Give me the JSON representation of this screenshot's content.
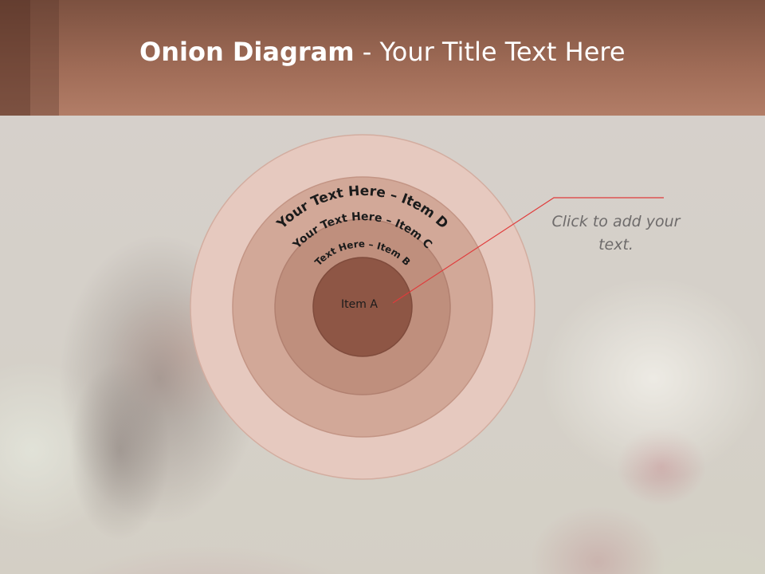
{
  "slide": {
    "title_bold": "Onion Diagram",
    "title_rest": " - Your Title Text Here"
  },
  "diagram": {
    "rings": [
      {
        "id": "D",
        "label": "Your Text Here – Item D",
        "color": "#e6c9bf"
      },
      {
        "id": "C",
        "label": "Your Text Here – Item C",
        "color": "#d2a898"
      },
      {
        "id": "B",
        "label": "Text Here – Item B",
        "color": "#bf8f7d"
      },
      {
        "id": "A",
        "label": "Item A",
        "color": "#8e5645"
      }
    ],
    "callout": {
      "text": "Click  to add your text.",
      "line_color": "#e03b3b"
    }
  }
}
